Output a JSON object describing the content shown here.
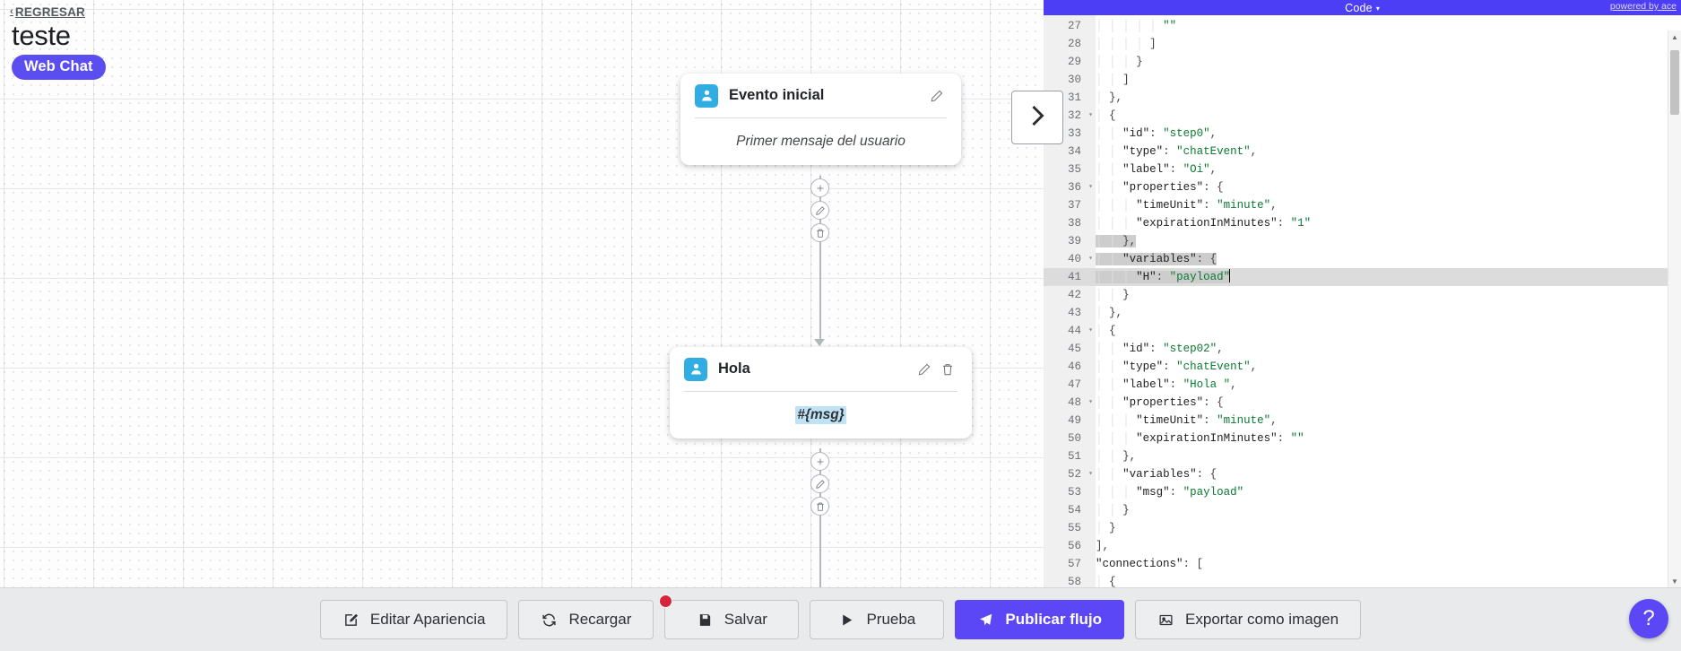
{
  "header": {
    "back_label": "REGRESAR",
    "back_icon": "chevron-left-icon",
    "title": "teste",
    "channel_badge": "Web Chat",
    "badge_color": "#5b4ef0"
  },
  "flow": {
    "nodes": [
      {
        "icon": "user-icon",
        "title": "Evento inicial",
        "body_text": "Primer mensaje del usuario",
        "body_style": "placeholder",
        "tools": [
          "edit-icon"
        ]
      },
      {
        "icon": "user-icon",
        "title": "Hola",
        "body_text": "#{msg}",
        "body_style": "variable-highlight",
        "tools": [
          "edit-icon",
          "delete-icon"
        ]
      }
    ],
    "connector_actions": [
      {
        "add": "add-icon",
        "edit": "edit-icon",
        "delete": "delete-icon"
      },
      {
        "add": "add-icon",
        "edit": "edit-icon",
        "delete": "delete-icon"
      }
    ]
  },
  "code_panel": {
    "header_title": "Code",
    "header_caret": "▾",
    "powered_by": "powered by ace",
    "header_color": "#4b3ef5",
    "collapse_icon": "chevron-right-icon",
    "first_line_number": 27,
    "fold_lines": [
      32,
      36,
      40,
      44,
      48,
      52
    ],
    "active_line": 41,
    "selected_lines": [
      39,
      40,
      41
    ],
    "lines": [
      {
        "n": 27,
        "text": "          \"\""
      },
      {
        "n": 28,
        "text": "        ]"
      },
      {
        "n": 29,
        "text": "      }"
      },
      {
        "n": 30,
        "text": "    ]"
      },
      {
        "n": 31,
        "text": "  },"
      },
      {
        "n": 32,
        "text": "  {"
      },
      {
        "n": 33,
        "text": "    \"id\": \"step0\","
      },
      {
        "n": 34,
        "text": "    \"type\": \"chatEvent\","
      },
      {
        "n": 35,
        "text": "    \"label\": \"Oi\","
      },
      {
        "n": 36,
        "text": "    \"properties\": {"
      },
      {
        "n": 37,
        "text": "      \"timeUnit\": \"minute\","
      },
      {
        "n": 38,
        "text": "      \"expirationInMinutes\": \"1\""
      },
      {
        "n": 39,
        "text": "    },"
      },
      {
        "n": 40,
        "text": "    \"variables\": {"
      },
      {
        "n": 41,
        "text": "      \"H\": \"payload\""
      },
      {
        "n": 42,
        "text": "    }"
      },
      {
        "n": 43,
        "text": "  },"
      },
      {
        "n": 44,
        "text": "  {"
      },
      {
        "n": 45,
        "text": "    \"id\": \"step02\","
      },
      {
        "n": 46,
        "text": "    \"type\": \"chatEvent\","
      },
      {
        "n": 47,
        "text": "    \"label\": \"Hola \","
      },
      {
        "n": 48,
        "text": "    \"properties\": {"
      },
      {
        "n": 49,
        "text": "      \"timeUnit\": \"minute\","
      },
      {
        "n": 50,
        "text": "      \"expirationInMinutes\": \"\""
      },
      {
        "n": 51,
        "text": "    },"
      },
      {
        "n": 52,
        "text": "    \"variables\": {"
      },
      {
        "n": 53,
        "text": "      \"msg\": \"payload\""
      },
      {
        "n": 54,
        "text": "    }"
      },
      {
        "n": 55,
        "text": "  }"
      },
      {
        "n": 56,
        "text": "],"
      },
      {
        "n": 57,
        "text": "\"connections\": ["
      },
      {
        "n": 58,
        "text": "  {"
      }
    ]
  },
  "toolbar": {
    "buttons": [
      {
        "label": "Editar Apariencia",
        "icon": "pencil-square-icon",
        "primary": false,
        "badge": false
      },
      {
        "label": "Recargar",
        "icon": "refresh-icon",
        "primary": false,
        "badge": false
      },
      {
        "label": "Salvar",
        "icon": "save-disk-icon",
        "primary": false,
        "badge": true
      },
      {
        "label": "Prueba",
        "icon": "play-icon",
        "primary": false,
        "badge": false
      },
      {
        "label": "Publicar flujo",
        "icon": "publish-icon",
        "primary": true,
        "badge": false
      },
      {
        "label": "Exportar como imagen",
        "icon": "image-icon",
        "primary": false,
        "badge": false
      }
    ],
    "badge_color": "#d6243c",
    "primary_color": "#5b47f5"
  },
  "help": {
    "label": "?",
    "color": "#5b47f5"
  }
}
